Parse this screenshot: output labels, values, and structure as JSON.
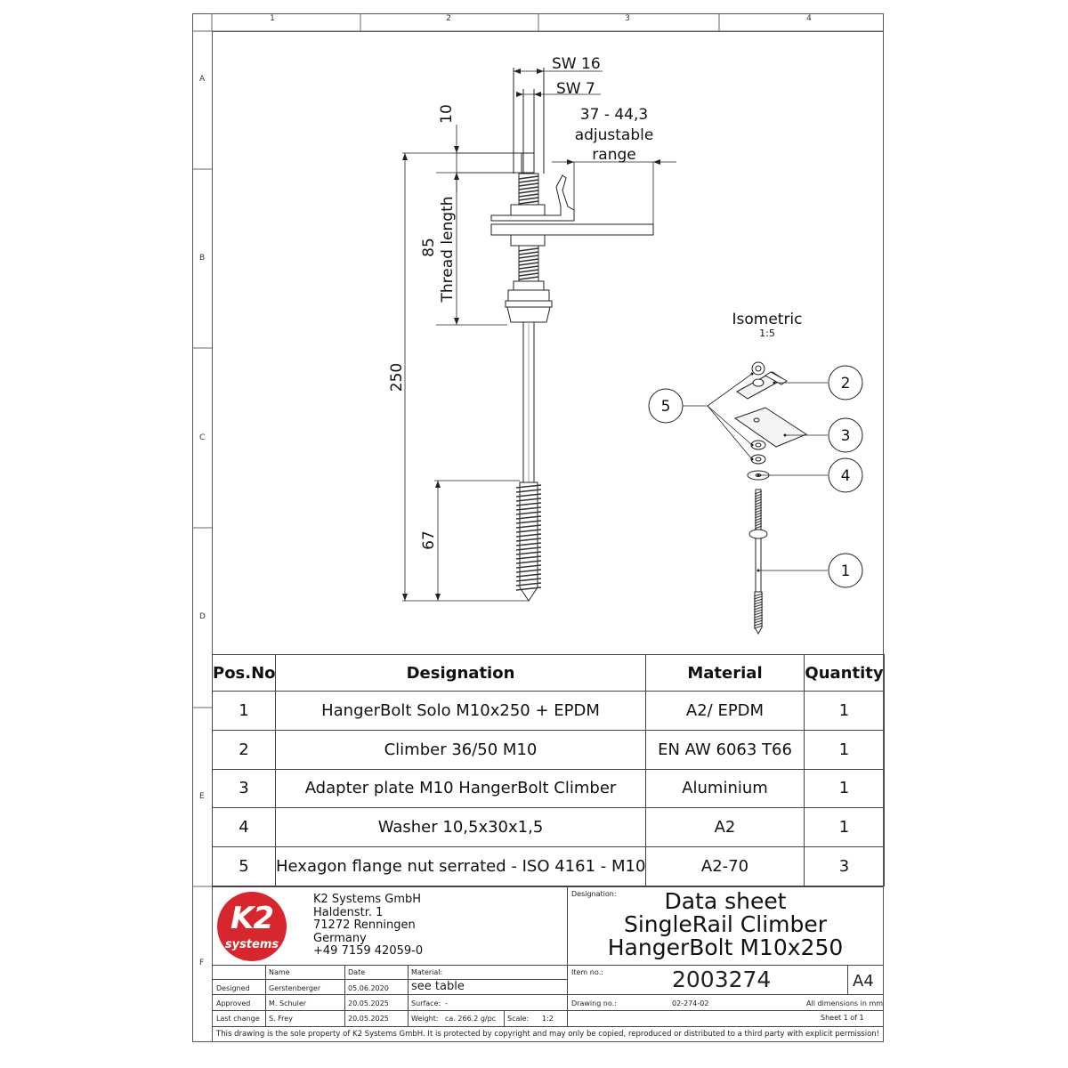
{
  "frame": {
    "zone_columns": [
      "1",
      "2",
      "3",
      "4"
    ],
    "zone_rows": [
      "A",
      "B",
      "C",
      "D",
      "E",
      "F"
    ]
  },
  "drawing": {
    "dims": {
      "sw16": "SW 16",
      "sw7": "SW 7",
      "d10": "10",
      "adjustable_1": "37 - 44,3",
      "adjustable_2": "adjustable",
      "adjustable_3": "range",
      "thread_length": "Thread length",
      "d85": "85",
      "d250": "250",
      "d67": "67"
    },
    "isometric": {
      "title": "Isometric",
      "scale": "1:5",
      "balloons": [
        "5",
        "2",
        "3",
        "4",
        "1"
      ]
    }
  },
  "parts_table": {
    "headers": [
      "Pos.No.",
      "Designation",
      "Material",
      "Quantity"
    ],
    "rows": [
      {
        "pos": "1",
        "designation": "HangerBolt Solo M10x250 + EPDM",
        "material": "A2/ EPDM",
        "quantity": "1"
      },
      {
        "pos": "2",
        "designation": "Climber 36/50 M10",
        "material": "EN AW 6063 T66",
        "quantity": "1"
      },
      {
        "pos": "3",
        "designation": "Adapter plate M10 HangerBolt Climber",
        "material": "Aluminium",
        "quantity": "1"
      },
      {
        "pos": "4",
        "designation": "Washer 10,5x30x1,5",
        "material": "A2",
        "quantity": "1"
      },
      {
        "pos": "5",
        "designation": "Hexagon flange nut serrated - ISO 4161 - M10",
        "material": "A2-70",
        "quantity": "3"
      }
    ]
  },
  "title_block": {
    "logo": {
      "main": "K2",
      "sub": "systems"
    },
    "company": [
      "K2 Systems GmbH",
      "Haldenstr. 1",
      "71272 Renningen",
      "Germany",
      "+49 7159 42059-0"
    ],
    "designation_label": "Designation:",
    "designation": [
      "Data sheet",
      "SingleRail Climber",
      "HangerBolt M10x250"
    ],
    "col_name": "Name",
    "col_date": "Date",
    "rows": [
      {
        "role": "Designed",
        "name": "Gerstenberger",
        "date": "05.06.2020"
      },
      {
        "role": "Approved",
        "name": "M. Schuler",
        "date": "20.05.2025"
      },
      {
        "role": "Last change",
        "name": "S. Frey",
        "date": "20.05.2025"
      }
    ],
    "material_label": "Material:",
    "material_value": "see table",
    "surface_label": "Surface:",
    "surface_value": "-",
    "weight_label": "Weight:",
    "weight_value": "ca. 266.2 g/pc",
    "scale_label": "Scale:",
    "scale_value": "1:2",
    "item_label": "Item no.:",
    "item_no": "2003274",
    "format": "A4",
    "drawing_label": "Drawing no.:",
    "drawing_no": "02-274-02",
    "dims_note": "All dimensions in mm",
    "sheet": "Sheet 1 of 1",
    "copyright": "This drawing is the sole property of K2 Systems GmbH.  It is protected by copyright and may only be copied, reproduced or distributed to a third party with explicit permission!"
  }
}
